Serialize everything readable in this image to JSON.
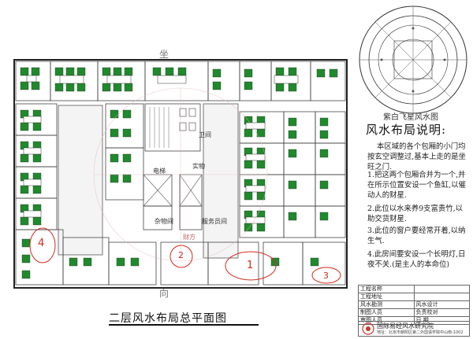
{
  "compass": {
    "title": "紫白飞星风水图"
  },
  "notes": {
    "heading": "风水布局说明:",
    "items": [
      "本区域的各个包厢的小门均按玄空调整过,基本上走的是坐旺之门.",
      "1.把这两个包厢合并为一个,并在所示位置安设一个鱼缸,以催动人的财星.",
      "2.此位以水来养9支富贵竹,以助交货财星.",
      "3.此位的窗户要经常开着,以纳生气.",
      "4.此房间要安设一个长明灯,日夜不关.(是主人的本命位)"
    ]
  },
  "title_block": {
    "rows": [
      [
        "工程名称",
        ""
      ],
      [
        "工程地址",
        ""
      ],
      [
        "风水勘测",
        "风水设计"
      ],
      [
        "制图人员",
        "负责校对"
      ],
      [
        "审图人员",
        "日 期"
      ]
    ],
    "institute": "国际易经风水研究院",
    "address": "地址：北京市朝阳区第二外国语学院中山南-1002"
  },
  "plan": {
    "title": "二层风水布局总平面图",
    "labels": {
      "toilet": "卫间",
      "elevator": "电梯",
      "real_room": "实物",
      "storage": "杂物间",
      "service_room": "服务员间",
      "north_mark": "坐",
      "south_mark": "向",
      "wealth_mark": "财方"
    },
    "markers": [
      "1",
      "2",
      "3",
      "4"
    ],
    "accent_green": "#1f8a2c",
    "marker_red": "#d42a1e"
  }
}
